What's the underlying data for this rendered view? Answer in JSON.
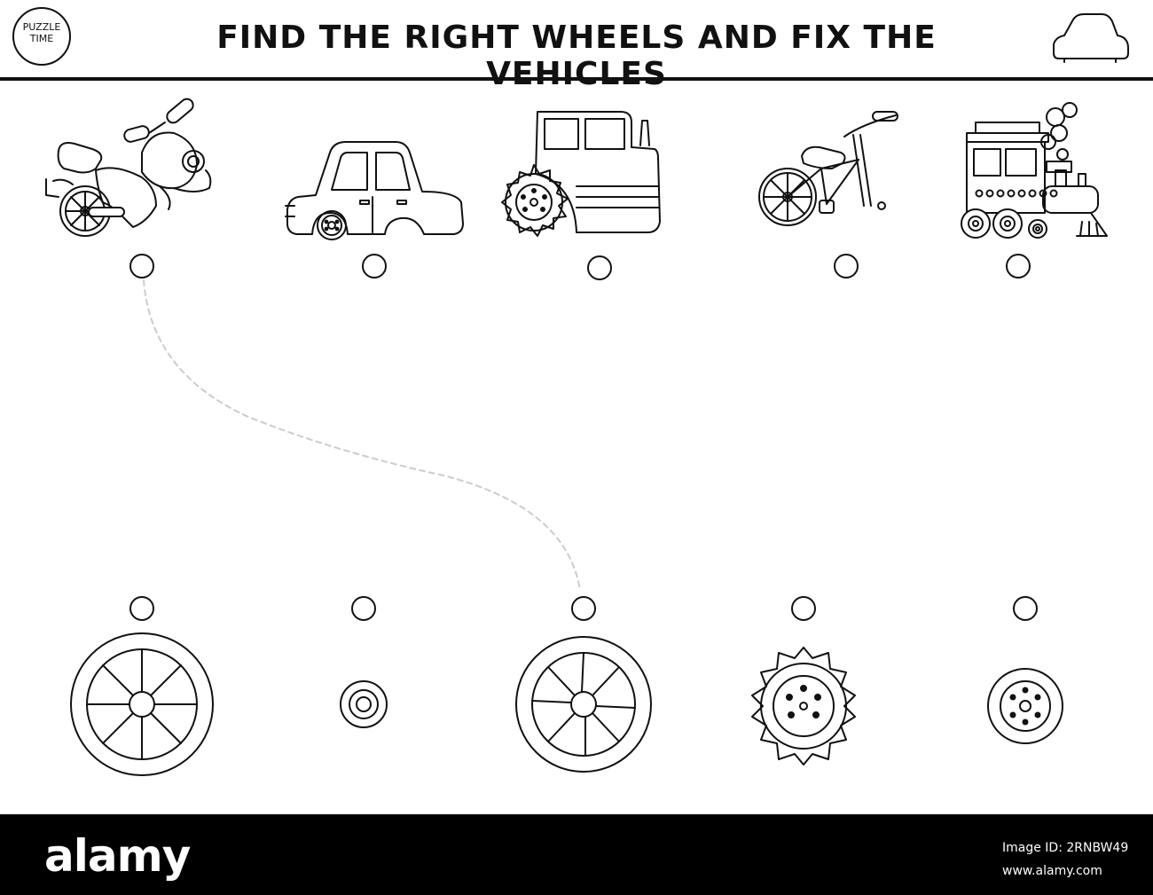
{
  "header": {
    "badge_line1": "PUZZLE",
    "badge_line2": "TIME",
    "title": "FIND THE RIGHT WHEELS AND FIX THE VEHICLES"
  },
  "vehicles": [
    {
      "name": "motorcycle-icon"
    },
    {
      "name": "car-icon"
    },
    {
      "name": "tractor-icon"
    },
    {
      "name": "bicycle-icon"
    },
    {
      "name": "train-icon"
    }
  ],
  "wheels": [
    {
      "name": "spoked-wheel-icon"
    },
    {
      "name": "small-wheel-icon"
    },
    {
      "name": "spoked-wheel-icon"
    },
    {
      "name": "tractor-tire-icon"
    },
    {
      "name": "train-wheel-icon"
    }
  ],
  "footer": {
    "brand": "alamy",
    "image_id": "Image ID: 2RNBW49",
    "url": "www.alamy.com"
  },
  "colors": {
    "ink": "#111111",
    "footer_bg": "#000000",
    "dashed_line": "#cccccc"
  }
}
